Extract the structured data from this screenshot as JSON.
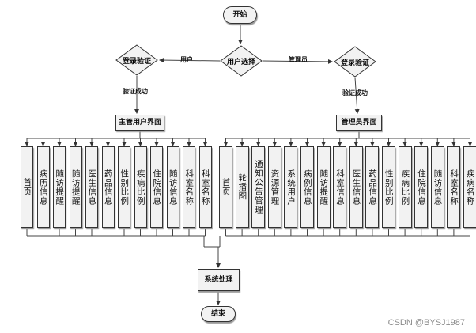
{
  "flowchart": {
    "start": "开始",
    "user_select": "用户选择",
    "edge_user": "用户",
    "edge_admin": "管理员",
    "login_left": "登录验证",
    "login_right": "登录验证",
    "success_left": "验证成功",
    "success_right": "验证成功",
    "left_main": "主管用户界面",
    "right_main": "管理员界面",
    "left_modules": [
      "首页",
      "病历信息",
      "随访提醒",
      "随访提醒",
      "医生信息",
      "药品信息",
      "性别比例",
      "疾病比例",
      "住院信息",
      "随访信息",
      "科室名称",
      "科室名称"
    ],
    "right_modules": [
      "首页",
      "轮播图",
      "通知公告管理",
      "资源管理",
      "系统用户",
      "病例信息",
      "随访提醒",
      "科室信息",
      "医生信息",
      "药品信息",
      "性别比例",
      "疾病比例",
      "住院信息",
      "随访信息",
      "科室名称",
      "疾病名称"
    ],
    "process": "系统处理",
    "end": "结束"
  },
  "watermark": "CSDN @BYSJ1987"
}
